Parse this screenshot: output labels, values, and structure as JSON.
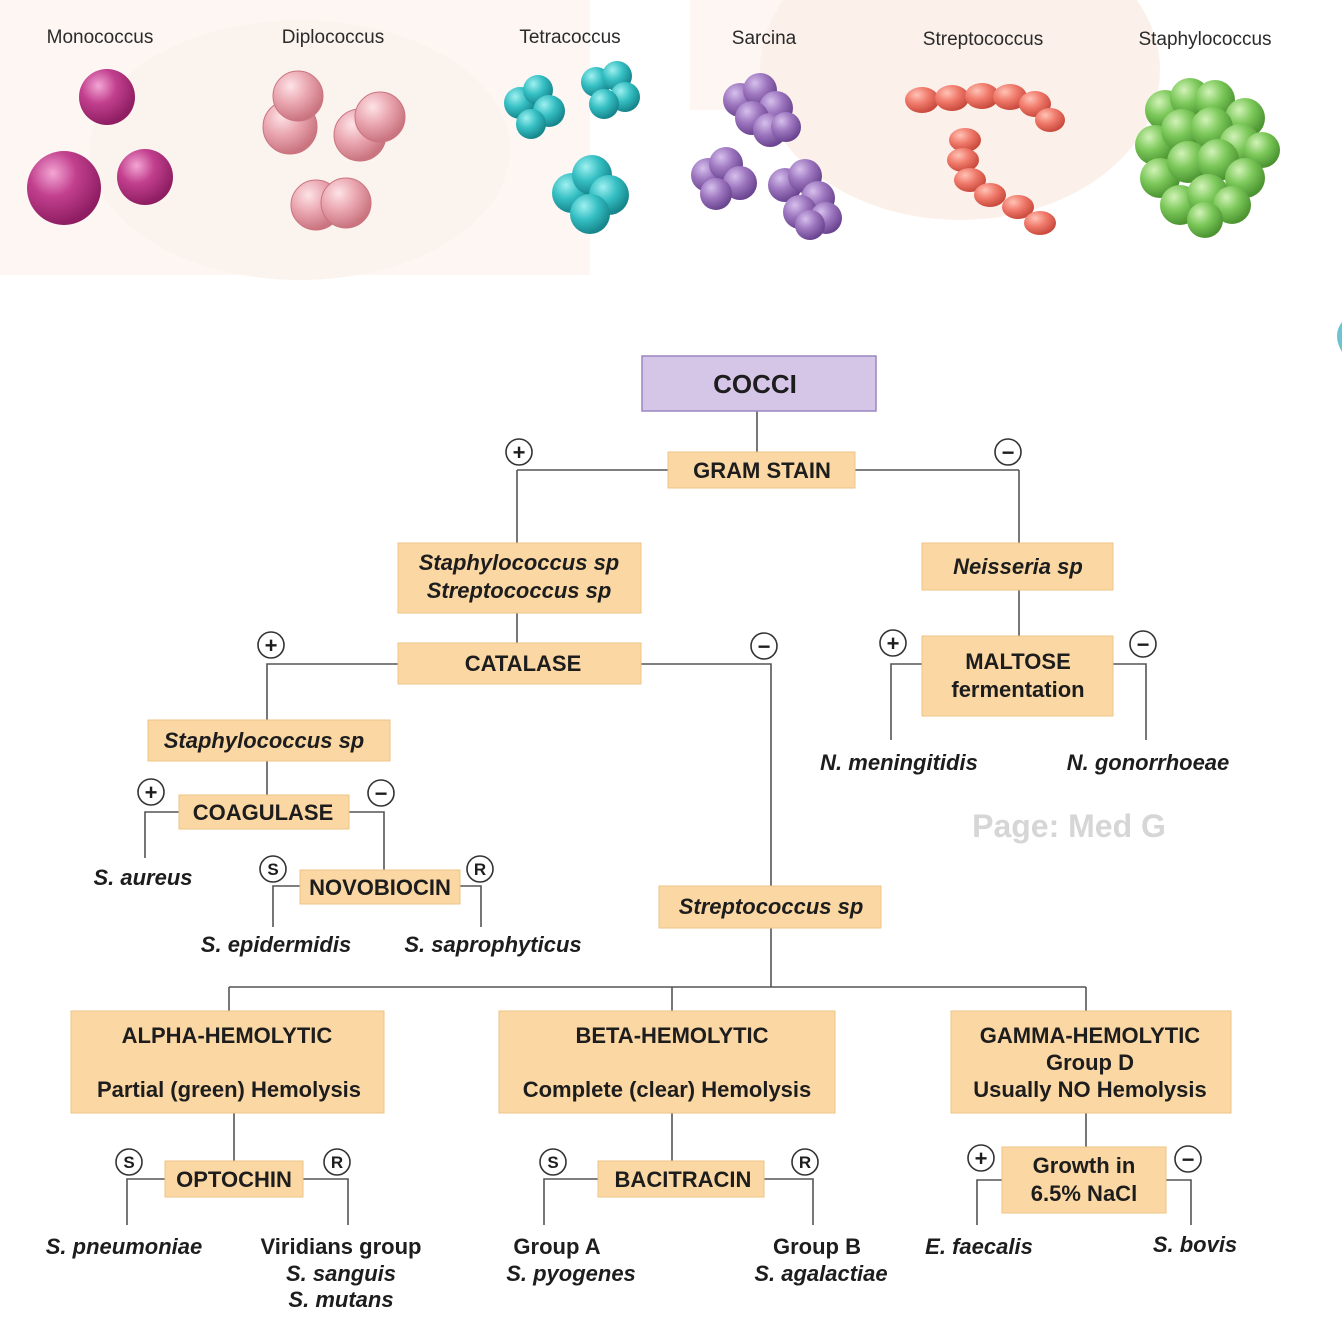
{
  "morphologies": [
    {
      "label": "Monococcus",
      "color": "#c2408e"
    },
    {
      "label": "Diplococcus",
      "color": "#e9a3ad"
    },
    {
      "label": "Tetracoccus",
      "color": "#35bfc3"
    },
    {
      "label": "Sarcina",
      "color": "#9d76bf"
    },
    {
      "label": "Streptococcus",
      "color": "#f07a6b"
    },
    {
      "label": "Staphylococcus",
      "color": "#7cc85a"
    }
  ],
  "colors": {
    "root_box": "#d5c5e6",
    "root_border": "#9a86c0",
    "box": "#fbd7a3",
    "box_border": "#eec486",
    "line": "#555555"
  },
  "tree": {
    "root": "COCCI",
    "gram_stain": {
      "label": "GRAM STAIN",
      "pos": "+",
      "neg": "−"
    },
    "gram_pos_group": {
      "line1": "Staphylococcus sp",
      "line2": "Streptococcus sp"
    },
    "gram_neg_group": "Neisseria sp",
    "catalase": {
      "label": "CATALASE",
      "pos": "+",
      "neg": "−"
    },
    "maltose": {
      "line1": "MALTOSE",
      "line2": "fermentation",
      "pos": "+",
      "neg": "−"
    },
    "n_meningitidis": "N. meningitidis",
    "n_gonorrhoeae": "N. gonorrhoeae",
    "staph": "Staphylococcus sp",
    "coagulase": {
      "label": "COAGULASE",
      "pos": "+",
      "neg": "−"
    },
    "s_aureus": "S. aureus",
    "novobiocin": {
      "label": "NOVOBIOCIN",
      "sens": "S",
      "res": "R"
    },
    "s_epidermidis": "S. epidermidis",
    "s_saprophyticus": "S. saprophyticus",
    "strep": "Streptococcus sp",
    "alpha": {
      "line1": "ALPHA-HEMOLYTIC",
      "line2": "Partial (green) Hemolysis"
    },
    "beta": {
      "line1": "BETA-HEMOLYTIC",
      "line2": "Complete (clear) Hemolysis"
    },
    "gamma": {
      "line1": "GAMMA-HEMOLYTIC",
      "line2": "Group D",
      "line3": "Usually NO Hemolysis"
    },
    "optochin": {
      "label": "OPTOCHIN",
      "sens": "S",
      "res": "R"
    },
    "s_pneumoniae": "S. pneumoniae",
    "viridans": {
      "line1": "Viridians group",
      "line2": "S. sanguis",
      "line3": "S. mutans"
    },
    "bacitracin": {
      "label": "BACITRACIN",
      "sens": "S",
      "res": "R"
    },
    "group_a": {
      "line1": "Group A",
      "line2": "S. pyogenes"
    },
    "group_b": {
      "line1": "Group B",
      "line2": "S. agalactiae"
    },
    "nacl": {
      "line1": "Growth in",
      "line2": "6.5% NaCl",
      "pos": "+",
      "neg": "−"
    },
    "e_faecalis": "E. faecalis",
    "s_bovis": "S. bovis"
  },
  "watermark": "Page: Med G"
}
